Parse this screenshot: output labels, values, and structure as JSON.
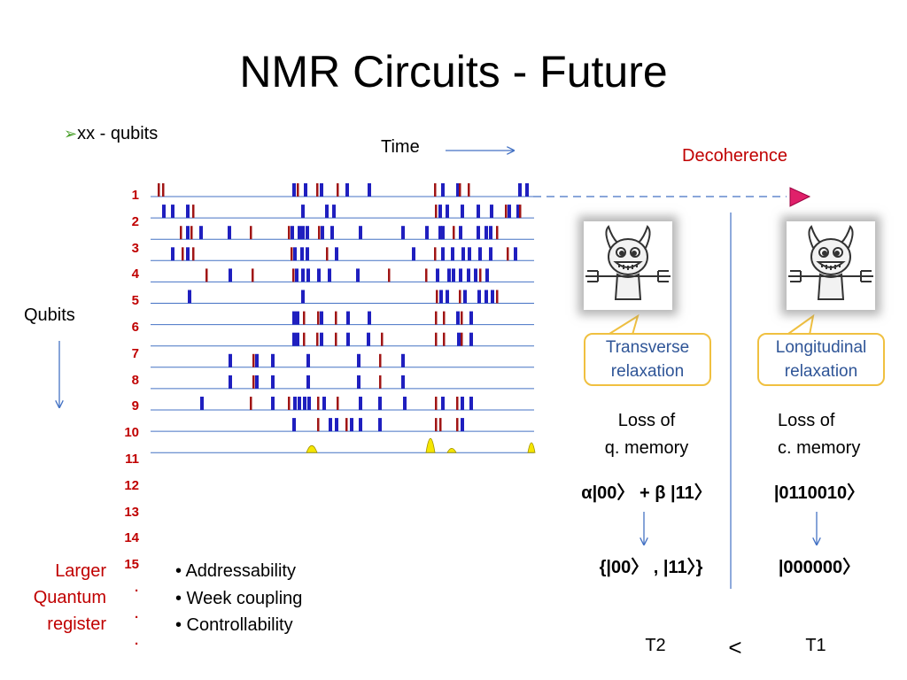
{
  "title": "NMR Circuits - Future",
  "bullet": {
    "arrow": "➢",
    "text": "xx - qubits"
  },
  "time_label": "Time",
  "decoherence_label": "Decoherence",
  "qubits_label": "Qubits",
  "qubit_numbers": [
    "1",
    "2",
    "3",
    "4",
    "5",
    "6",
    "7",
    "8",
    "9",
    "10",
    "11",
    "12",
    "13",
    "14",
    "15",
    "·",
    "·",
    "·"
  ],
  "larger_register": [
    "Larger",
    "Quantum",
    "register"
  ],
  "properties": [
    "• Addressability",
    "• Week coupling",
    "• Controllability"
  ],
  "transverse": {
    "callout": [
      "Transverse",
      "relaxation"
    ],
    "loss": [
      "Loss of",
      "q. memory"
    ],
    "state_before": "α|00〉 + β |11〉",
    "state_after": "{|00〉 , |11〉}",
    "time_const": "T2"
  },
  "longitudinal": {
    "callout": [
      "Longitudinal",
      "relaxation"
    ],
    "loss": [
      "Loss of",
      "c. memory"
    ],
    "state_before": "|0110010〉",
    "state_after": "|000000〉",
    "time_const": "T1"
  },
  "comparison": "<",
  "colors": {
    "red": "#c00000",
    "blue_pulse": "#1f1fbf",
    "red_pulse": "#a01515",
    "line": "#4472c4",
    "triangle": "#e0206a"
  }
}
